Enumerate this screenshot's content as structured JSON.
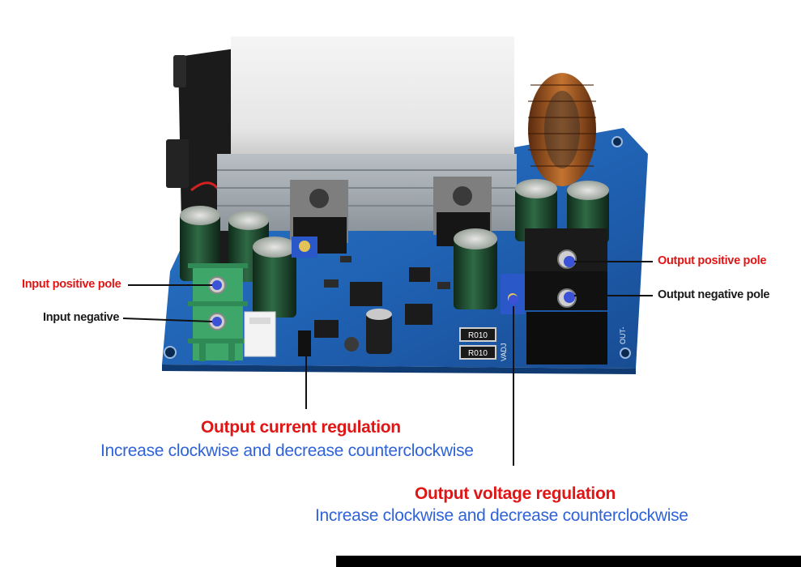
{
  "labels": {
    "input_positive": "Input positive pole",
    "input_negative": "Input negative",
    "output_positive": "Output positive pole",
    "output_negative": "Output negative pole"
  },
  "current_regulation": {
    "title": "Output current regulation",
    "subtitle": "Increase clockwise and decrease counterclockwise"
  },
  "voltage_regulation": {
    "title": "Output voltage regulation",
    "subtitle": "Increase clockwise and decrease counterclockwise"
  },
  "board_markings": {
    "resistor_1": "R010",
    "resistor_2": "R010",
    "vadj": "VADJ",
    "out_minus": "OUT-"
  },
  "colors": {
    "label_red": "#e01515",
    "label_blue": "#2f63d9",
    "pcb_blue": "#1f5fb0",
    "terminal_green": "#3fa66a",
    "marker_dot": "#3b52d6"
  }
}
